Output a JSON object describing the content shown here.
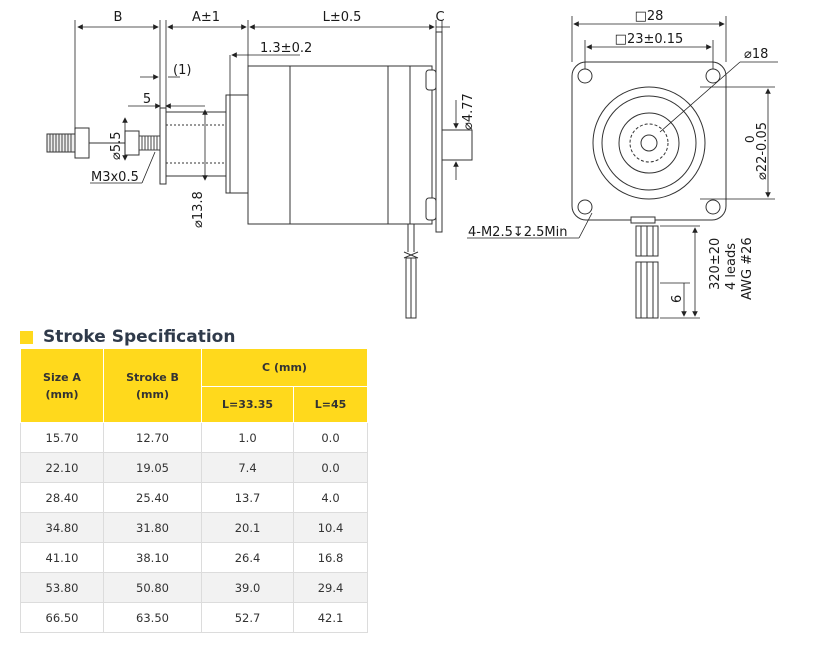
{
  "diagram": {
    "dim_B": "B",
    "dim_A": "A±1",
    "dim_L": "L±0.5",
    "dim_C": "C",
    "dim_13": "1.3±0.2",
    "dim_1": "(1)",
    "dim_5": "5",
    "dim_55": "⌀5.5",
    "dim_thread": "M3x0.5",
    "dim_138": "⌀13.8",
    "dim_477": "⌀4.77",
    "dim_sq28": "□28",
    "dim_sq23": "□23±0.15",
    "dim_d18": "⌀18",
    "dim_d22": "⌀22-0.05",
    "dim_tol0": "0",
    "dim_holes": "4-M2.5↧2.5Min",
    "dim_lead_len": "320±20",
    "dim_leads": "4 leads",
    "dim_awg": "AWG #26",
    "dim_6": "6"
  },
  "spec": {
    "title": "Stroke Specification",
    "accent_color": "#ffd91c",
    "headers": {
      "size_a": "Size A\n(mm)",
      "stroke_b": "Stroke B\n(mm)",
      "c": "C (mm)",
      "c_l1": "L=33.35",
      "c_l2": "L=45"
    },
    "rows": [
      [
        "15.70",
        "12.70",
        "1.0",
        "0.0"
      ],
      [
        "22.10",
        "19.05",
        "7.4",
        "0.0"
      ],
      [
        "28.40",
        "25.40",
        "13.7",
        "4.0"
      ],
      [
        "34.80",
        "31.80",
        "20.1",
        "10.4"
      ],
      [
        "41.10",
        "38.10",
        "26.4",
        "16.8"
      ],
      [
        "53.80",
        "50.80",
        "39.0",
        "29.4"
      ],
      [
        "66.50",
        "63.50",
        "52.7",
        "42.1"
      ]
    ]
  }
}
